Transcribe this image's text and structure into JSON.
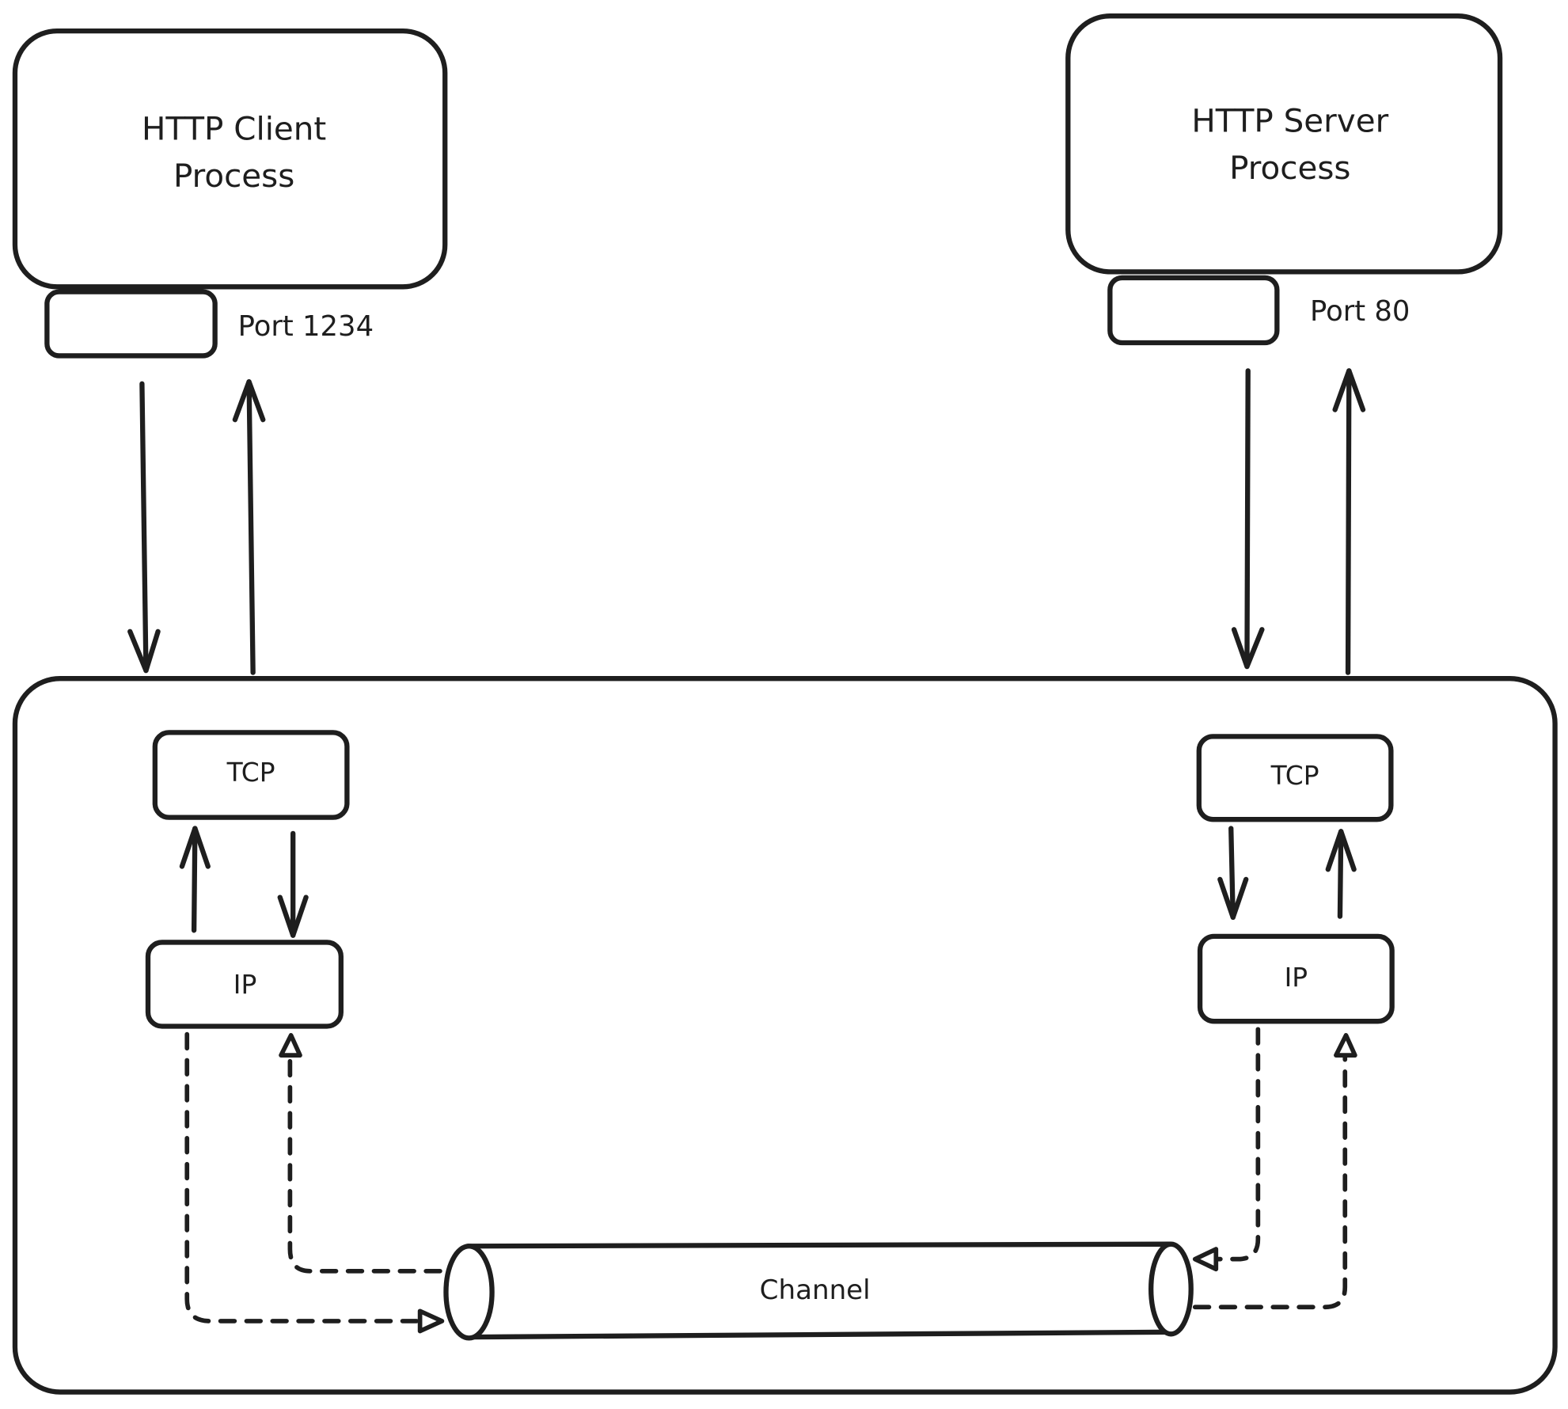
{
  "client": {
    "title_line1": "HTTP Client",
    "title_line2": "Process",
    "port_label": "Port 1234",
    "tcp_label": "TCP",
    "ip_label": "IP"
  },
  "server": {
    "title_line1": "HTTP Server",
    "title_line2": "Process",
    "port_label": "Port 80",
    "tcp_label": "TCP",
    "ip_label": "IP"
  },
  "channel": {
    "label": "Channel"
  },
  "colors": {
    "stroke": "#1e1e1e",
    "background": "#ffffff"
  }
}
